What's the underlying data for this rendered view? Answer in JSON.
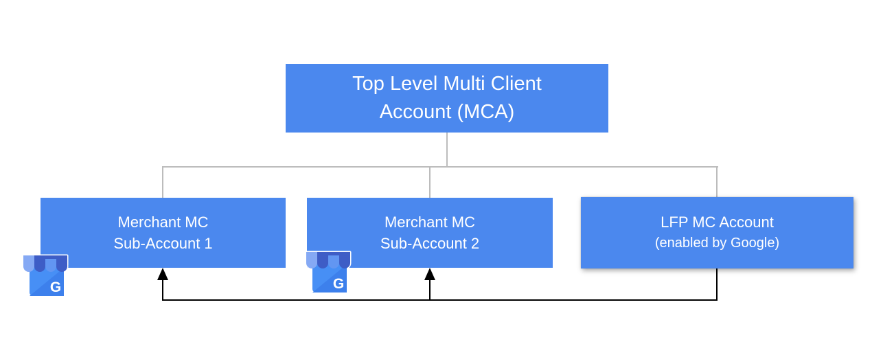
{
  "diagram": {
    "root": {
      "label_line1": "Top Level Multi Client",
      "label_line2": "Account (MCA)"
    },
    "children": [
      {
        "label_line1": "Merchant MC",
        "label_line2": "Sub-Account 1",
        "icon": "google-my-business-icon"
      },
      {
        "label_line1": "Merchant MC",
        "label_line2": "Sub-Account 2",
        "icon": "google-my-business-icon"
      },
      {
        "label_line1": "LFP MC Account",
        "label_line2": "(enabled by Google)"
      }
    ],
    "icon_letter": "G",
    "colors": {
      "background": "#ffffff",
      "node_fill": "#4b88ee",
      "node_text": "#ffffff",
      "tree_connector": "#bcbcbc",
      "flow_connector": "#000000",
      "icon_awning_dark": "#3e5dc6",
      "icon_awning_light": "#85a9f4",
      "icon_awning_medium": "#6296f2",
      "icon_body": "#478ff5"
    }
  }
}
